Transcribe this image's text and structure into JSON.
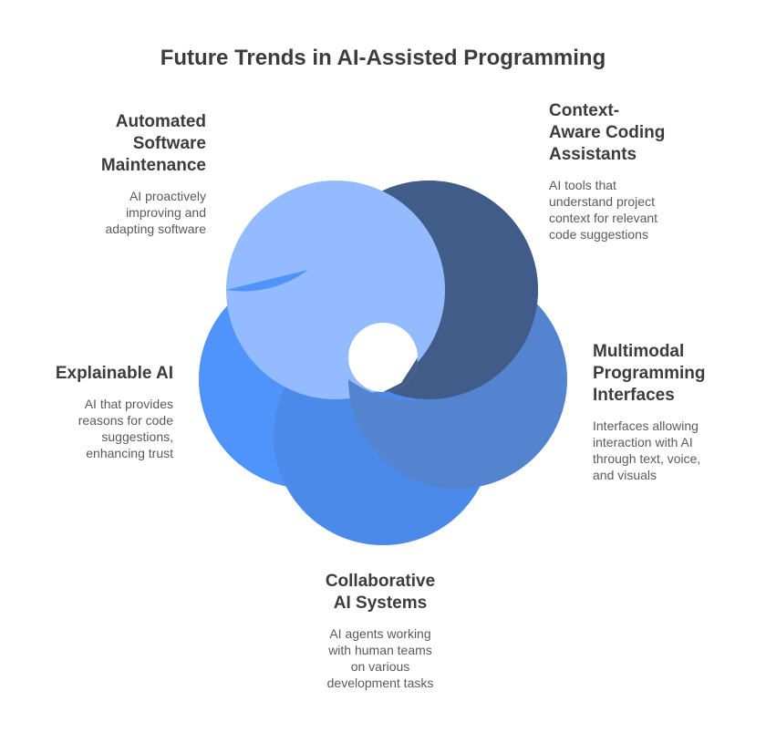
{
  "title": "Future Trends in AI-Assisted Programming",
  "colors": {
    "light_blue": "#94bbff",
    "navy": "#415c89",
    "mid_blue": "#5484cf",
    "blue": "#4f94fb",
    "royal_blue": "#4c8ae9"
  },
  "items": [
    {
      "heading": "Automated\nSoftware\nMaintenance",
      "description": "AI proactively\nimproving and\nadapting software"
    },
    {
      "heading": "Context-\nAware Coding\nAssistants",
      "description": "AI tools that\nunderstand project\ncontext for relevant\ncode suggestions"
    },
    {
      "heading": "Multimodal\nProgramming\nInterfaces",
      "description": "Interfaces allowing\ninteraction with AI\nthrough text, voice,\nand visuals"
    },
    {
      "heading": "Explainable AI",
      "description": "AI that provides\nreasons for code\nsuggestions,\nenhancing trust"
    },
    {
      "heading": "Collaborative\nAI Systems",
      "description": "AI agents working\nwith human teams\non various\ndevelopment tasks"
    }
  ]
}
